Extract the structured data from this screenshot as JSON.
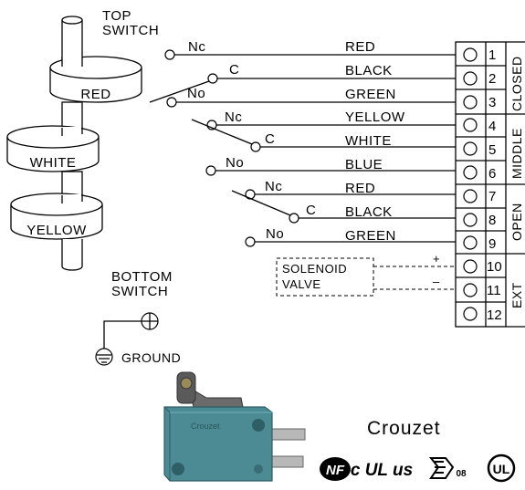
{
  "diagram": {
    "top_switch": [
      "TOP",
      "SWITCH"
    ],
    "bottom_switch": [
      "BOTTOM",
      "SWITCH"
    ],
    "cams": [
      "RED",
      "WHITE",
      "YELLOW"
    ],
    "ground": "GROUND",
    "contacts": [
      "Nc",
      "C",
      "No",
      "Nc",
      "C",
      "No",
      "Nc",
      "C",
      "No"
    ],
    "wires": [
      "RED",
      "BLACK",
      "GREEN",
      "YELLOW",
      "WHITE",
      "BLUE",
      "RED",
      "BLACK",
      "GREEN"
    ],
    "terminals": [
      "1",
      "2",
      "3",
      "4",
      "5",
      "6",
      "7",
      "8",
      "9",
      "10",
      "11",
      "12"
    ],
    "groups": [
      "CLOSED",
      "MIDDLE",
      "OPEN",
      "EXT"
    ],
    "solenoid": [
      "SOLENOID",
      "VALVE"
    ],
    "polarity": [
      "+",
      "–"
    ]
  },
  "product": {
    "brand": "Crouzet",
    "device_brand": "Crouzet",
    "certifications": [
      "NF",
      "c UL us",
      "08",
      "UL"
    ]
  },
  "colors": {
    "switch_body": "#4c8a94",
    "switch_dark": "#2e5e66",
    "lever": "#5a5a5a"
  }
}
